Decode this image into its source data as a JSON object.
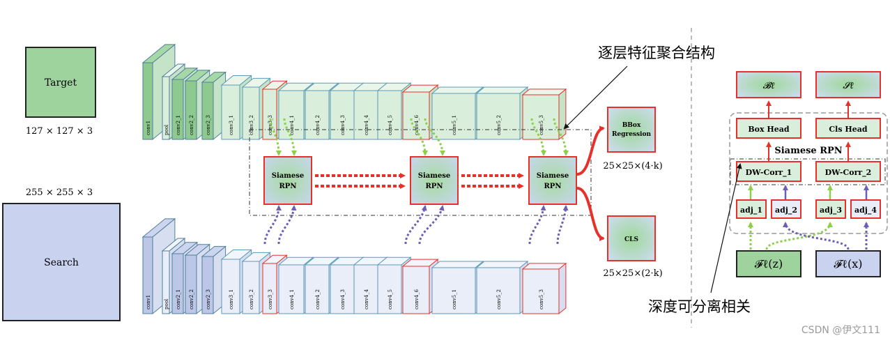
{
  "inputs": {
    "target_label": "Target",
    "target_size": "127 × 127 × 3",
    "search_label": "Search",
    "search_size": "255 × 255 × 3"
  },
  "layers_top": [
    "conv1",
    "pool",
    "conv2_1",
    "conv2_2",
    "conv2_3",
    "conv3_1",
    "conv3_2",
    "conv3_3",
    "conv4_1",
    "conv4_2",
    "conv4_3",
    "conv4_4",
    "conv4_5",
    "conv4_6",
    "conv5_1",
    "conv5_2",
    "conv5_3"
  ],
  "layers_bottom": [
    "conv1",
    "pool",
    "conv2_1",
    "conv2_2",
    "conv2_3",
    "conv3_1",
    "conv3_2",
    "conv3_3",
    "conv4_1",
    "conv4_2",
    "conv4_3",
    "conv4_4",
    "conv4_5",
    "conv4_6",
    "conv5_1",
    "conv5_2",
    "conv5_3"
  ],
  "rpn_blocks": [
    {
      "line1": "Siamese",
      "line2": "RPN"
    },
    {
      "line1": "Siamese",
      "line2": "RPN"
    },
    {
      "line1": "Siamese",
      "line2": "RPN"
    }
  ],
  "outputs": {
    "bbox_line1": "BBox",
    "bbox_line2": "Regression",
    "bbox_size": "25×25×(4·k)",
    "cls_label": "CLS",
    "cls_size": "25×25×(2·k)"
  },
  "annotations": {
    "layerwise": "逐层特征聚合结构",
    "depthwise": "深度可分离相关"
  },
  "right_panel": {
    "b_out": "𝓑ℓ",
    "s_out": "𝓢ℓ",
    "box_head": "Box Head",
    "cls_head": "Cls Head",
    "siamese_rpn": "Siamese RPN",
    "dw_corr_1": "DW-Corr_1",
    "dw_corr_2": "DW-Corr_2",
    "adj": [
      "adj_1",
      "adj_2",
      "adj_3",
      "adj_4"
    ],
    "fz": "𝓕ℓ(z)",
    "fx": "𝓕ℓ(x)"
  },
  "watermark": "CSDN @伊文111",
  "colors": {
    "green_fill": "#9ed39e",
    "green_light": "#d9eedb",
    "blue_fill": "#c9d2ee",
    "blue_light": "#e9edf8",
    "red": "#e8302a",
    "green_arrow": "#8ccf4a",
    "purple_arrow": "#6a5fb4"
  }
}
